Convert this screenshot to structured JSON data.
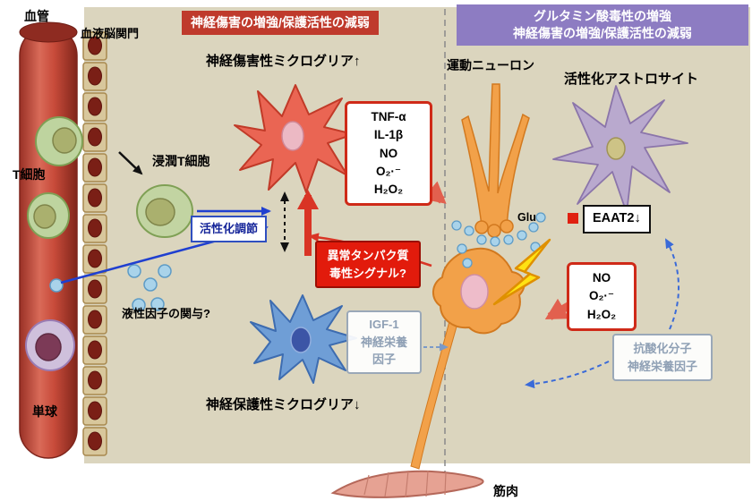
{
  "banners": {
    "injury": "神経傷害の増強/保護活性の減弱",
    "glutamate_line1": "グルタミン酸毒性の増強",
    "glutamate_line2": "神経傷害の増強/保護活性の減弱"
  },
  "labels": {
    "vessel": "血管",
    "bbb": "血液脳関門",
    "t_cell": "T細胞",
    "infiltrating_t_cell": "浸潤T細胞",
    "humoral_factors": "液性因子の関与?",
    "monocyte": "単球",
    "neurotoxic_microglia": "神経傷害性ミクログリア↑",
    "neuroprotective_microglia": "神経保護性ミクログリア↓",
    "motor_neuron": "運動ニューロン",
    "astrocyte": "活性化アストロサイト",
    "glu": "Glu",
    "muscle": "筋肉"
  },
  "boxes": {
    "tnf": [
      "TNF-α",
      "IL-1β",
      "NO",
      "O₂·⁻",
      "H₂O₂"
    ],
    "activation": "活性化調節",
    "toxic_signal": [
      "異常タンパク質",
      "毒性シグナル?"
    ],
    "eaat2": "EAAT2↓",
    "ros": [
      "NO",
      "O₂·⁻",
      "H₂O₂"
    ],
    "igf": [
      "IGF-1",
      "神経栄養",
      "因子"
    ],
    "antioxidant": [
      "抗酸化分子",
      "神経栄養因子"
    ]
  },
  "colors": {
    "panel": "#dbd5be",
    "banner_red": "#bf3a2c",
    "banner_purple": "#8d7cc2",
    "toxic_box": "#e21b0c"
  }
}
